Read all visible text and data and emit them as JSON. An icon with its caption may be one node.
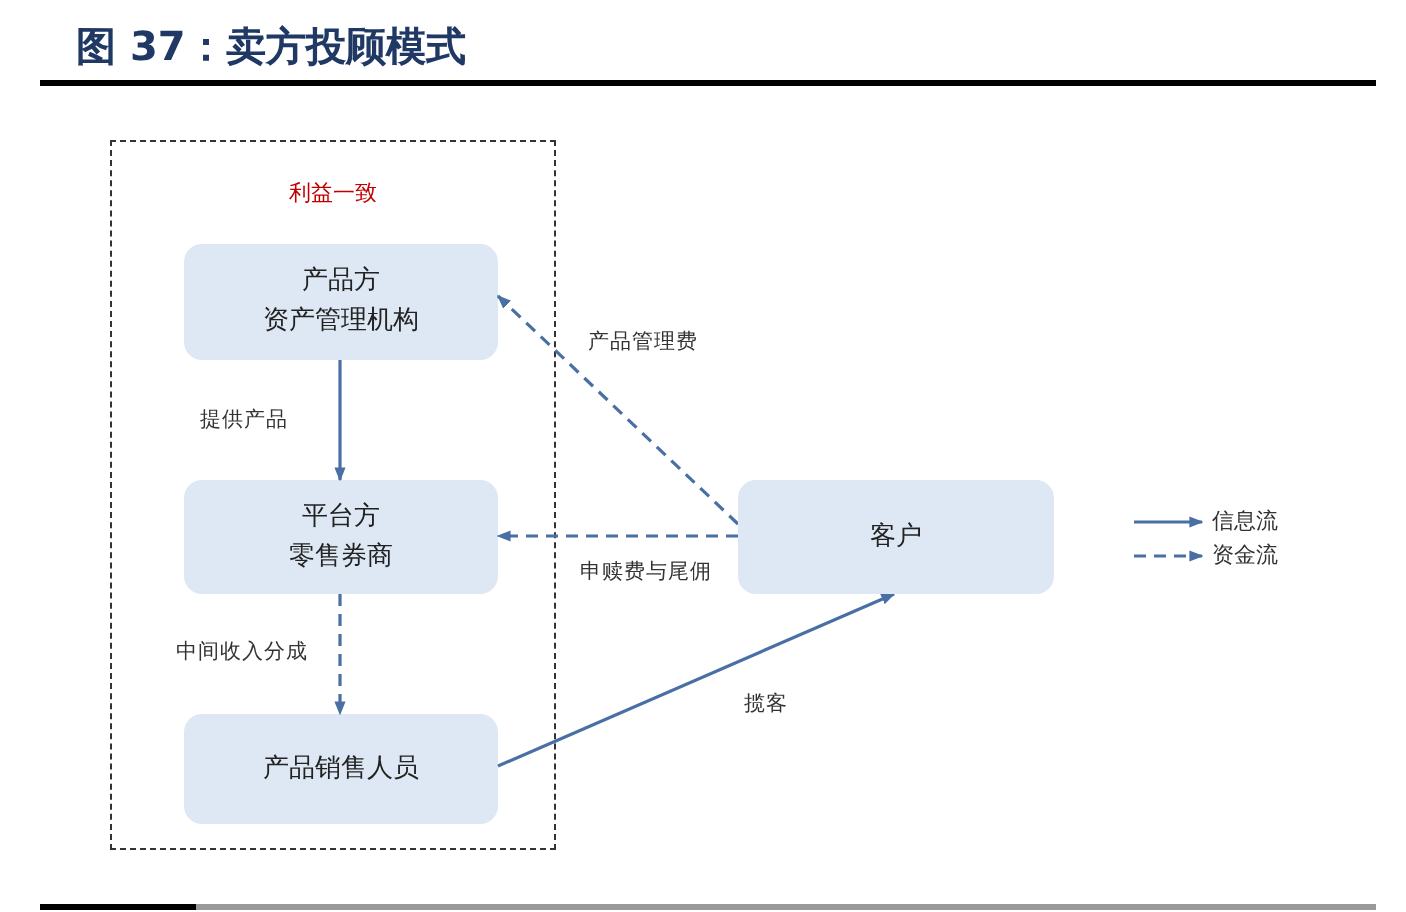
{
  "diagram": {
    "title": "图 37：卖方投顾模式",
    "nodes": [
      {
        "text": [
          "利益一致"
        ]
      },
      {
        "text": [
          "产品方",
          "资产管理机构"
        ],
        "in": 0
      },
      {
        "text": [
          "平台方",
          "零售券商"
        ],
        "in": 0
      },
      {
        "text": [
          "产品销售人员"
        ],
        "in": 0
      },
      {
        "text": [
          "客户"
        ]
      }
    ],
    "edges": [
      {
        "from": 1,
        "to": 2,
        "arrow": "to",
        "label": "提供产品"
      },
      {
        "from": 4,
        "to": 1,
        "arrow": "to",
        "label": "产品管理费",
        "style": "dashed"
      },
      {
        "from": 4,
        "to": 2,
        "arrow": "to",
        "label": "申赎费与尾佣",
        "style": "dashed"
      },
      {
        "from": 2,
        "to": 3,
        "arrow": "to",
        "label": "中间收入分成",
        "style": "dashed"
      },
      {
        "from": 3,
        "to": 4,
        "arrow": "to",
        "label": "揽客"
      }
    ],
    "legend": [
      {
        "text": "信息流"
      },
      {
        "text": "资金流"
      }
    ]
  }
}
